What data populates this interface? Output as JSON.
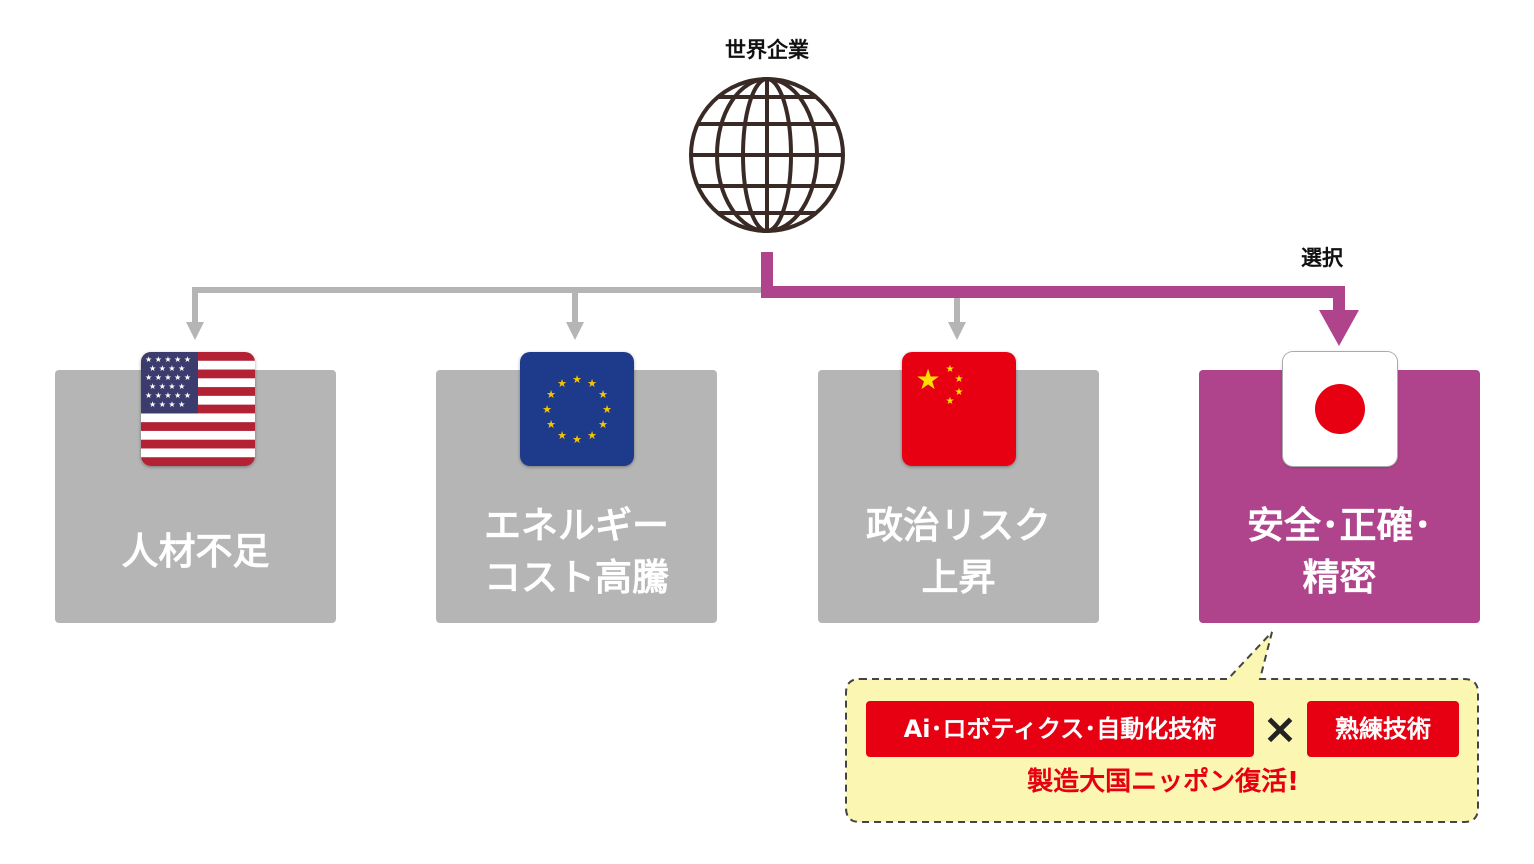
{
  "header": {
    "title": "世界企業",
    "selection_label": "選択"
  },
  "cards": [
    {
      "flag": "usa-flag-icon",
      "text": "人材不足",
      "selected": false
    },
    {
      "flag": "eu-flag-icon",
      "text": "エネルギー\nコスト高騰",
      "selected": false
    },
    {
      "flag": "china-flag-icon",
      "text": "政治リスク\n上昇",
      "selected": false
    },
    {
      "flag": "japan-flag-icon",
      "text": "安全･正確･\n精密",
      "selected": true
    }
  ],
  "callout": {
    "left_label": "Ai･ロボティクス･自動化技術",
    "operator": "×",
    "right_label": "熟練技術",
    "conclusion": "製造大国ニッポン復活!"
  },
  "colors": {
    "selected": "#b0448c",
    "unselected": "#b5b5b5",
    "connector": "#b5b5b5",
    "accent_red": "#e60012",
    "callout_bg": "#fbf6b1"
  }
}
